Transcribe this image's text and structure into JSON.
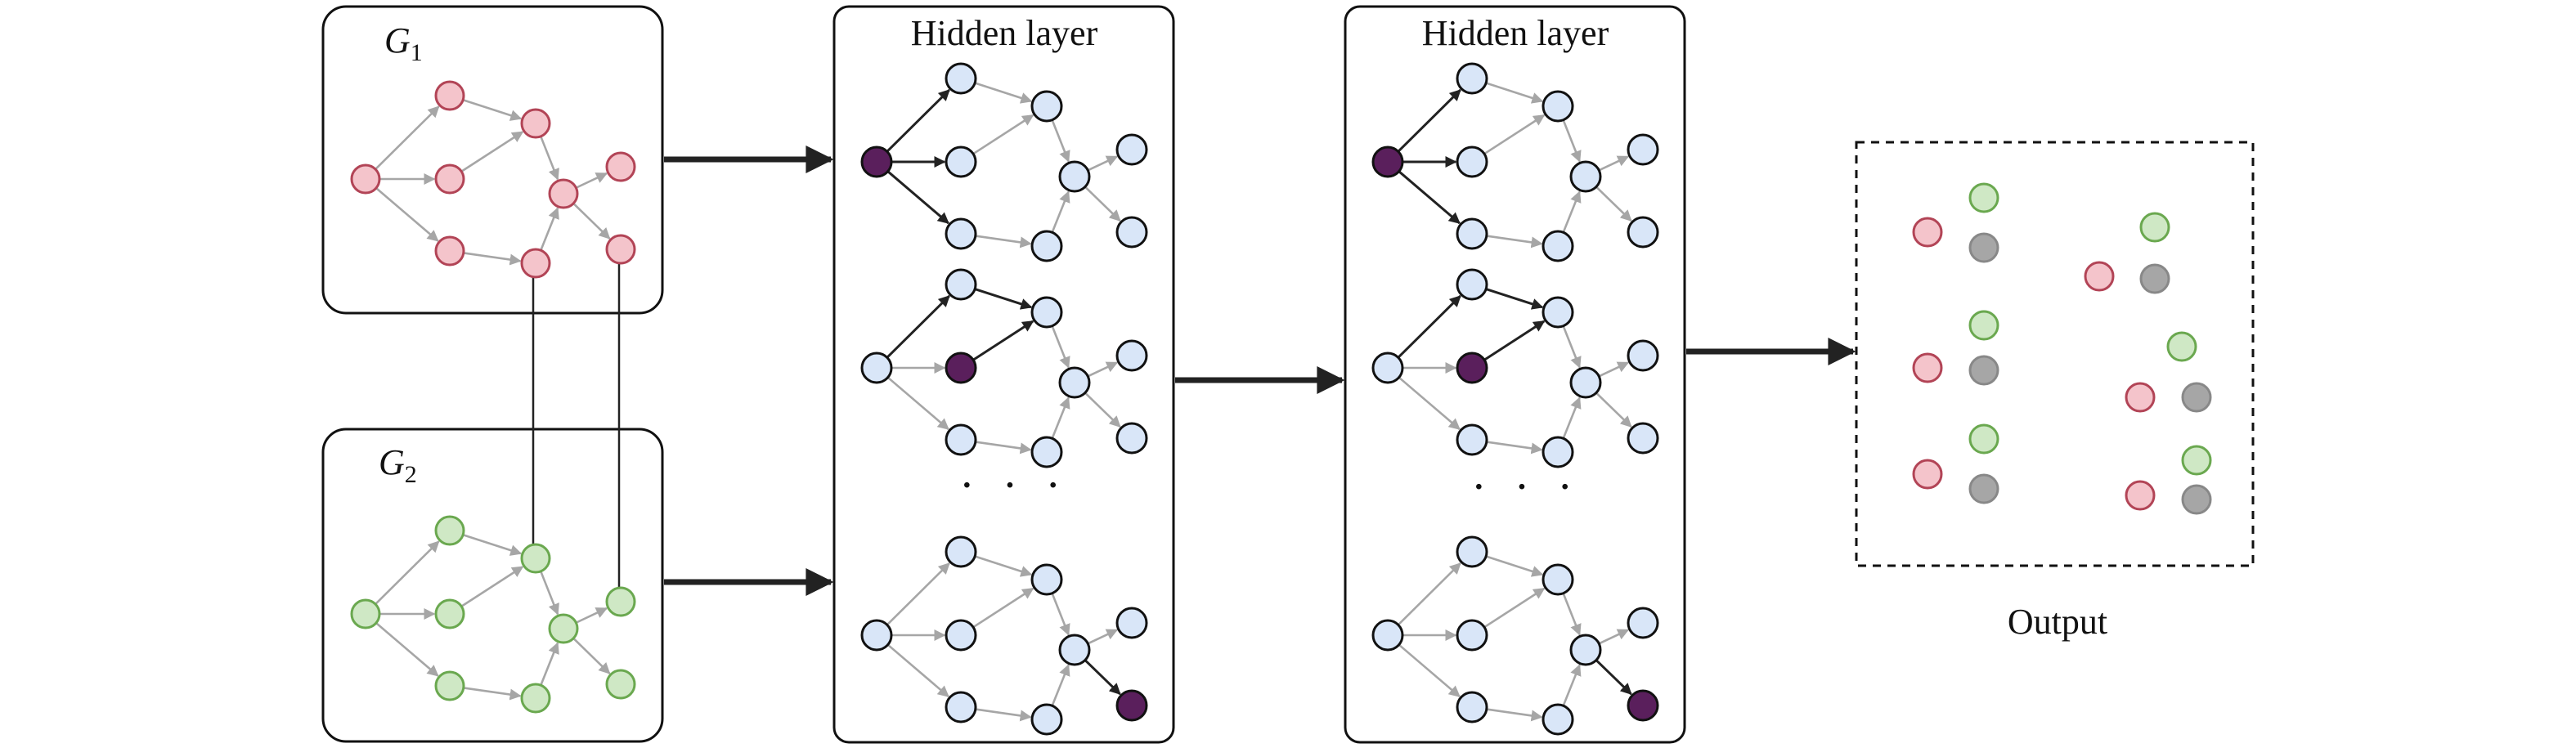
{
  "graph1": {
    "label": "G",
    "subscript": "1",
    "node_color": "#f4c4cb",
    "node_stroke": "#b24456"
  },
  "graph2": {
    "label": "G",
    "subscript": "2",
    "node_color": "#cfe8c5",
    "node_stroke": "#6aa84f"
  },
  "hidden_layer_1": {
    "title": "Hidden layer",
    "ellipsis": "· · ·"
  },
  "hidden_layer_2": {
    "title": "Hidden layer",
    "ellipsis": "· · ·"
  },
  "output": {
    "label": "Output"
  },
  "colors": {
    "hidden_node": "#d9e6f8",
    "center_node": "#5a1f5c",
    "edge_gray": "#a6a6a6",
    "edge_dark": "#222222",
    "output_gray": "#a6a6a6"
  }
}
